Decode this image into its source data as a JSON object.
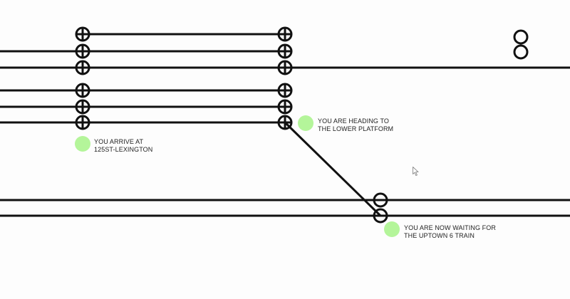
{
  "colors": {
    "line": "#111111",
    "marker": "#b4f59a",
    "background": "#fdfdfd"
  },
  "annotations": [
    {
      "line1": "YOU ARRIVE AT",
      "line2": "125ST-LEXINGTON"
    },
    {
      "line1": "YOU ARE HEADING TO",
      "line2": "THE LOWER PLATFORM"
    },
    {
      "line1": "YOU ARE NOW WAITING FOR",
      "line2": "THE UPTOWN 6 TRAIN"
    }
  ],
  "icons": {
    "cursor": "mouse-pointer-icon"
  }
}
